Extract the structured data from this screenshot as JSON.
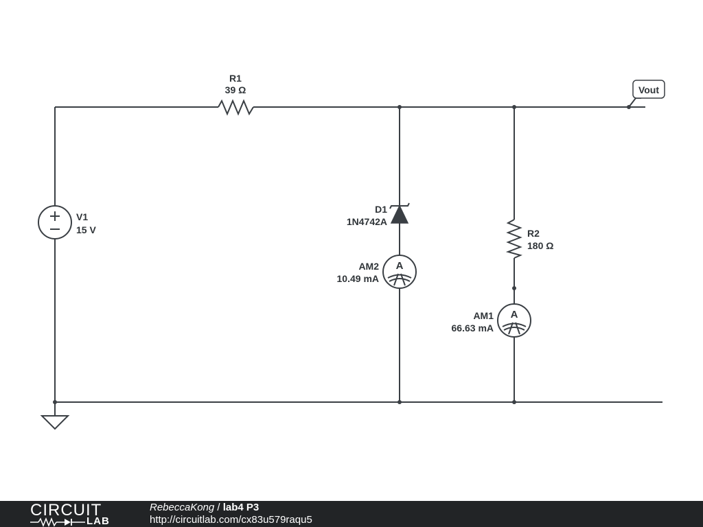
{
  "components": {
    "V1": {
      "name": "V1",
      "value": "15 V"
    },
    "R1": {
      "name": "R1",
      "value": "39 Ω"
    },
    "D1": {
      "name": "D1",
      "value": "1N4742A"
    },
    "AM2": {
      "name": "AM2",
      "value": "10.49 mA",
      "symbol": "A"
    },
    "R2": {
      "name": "R2",
      "value": "180 Ω"
    },
    "AM1": {
      "name": "AM1",
      "value": "66.63 mA",
      "symbol": "A"
    }
  },
  "net_labels": {
    "vout": "Vout"
  },
  "footer": {
    "logo_top": "CIRCUIT",
    "logo_bottom": "LAB",
    "author": "RebeccaKong",
    "separator": " / ",
    "title": "lab4 P3",
    "url": "http://circuitlab.com/cx83u579raqu5"
  },
  "colors": {
    "wire": "#3a3f44",
    "footer_bg": "#222426",
    "background": "#ffffff"
  }
}
